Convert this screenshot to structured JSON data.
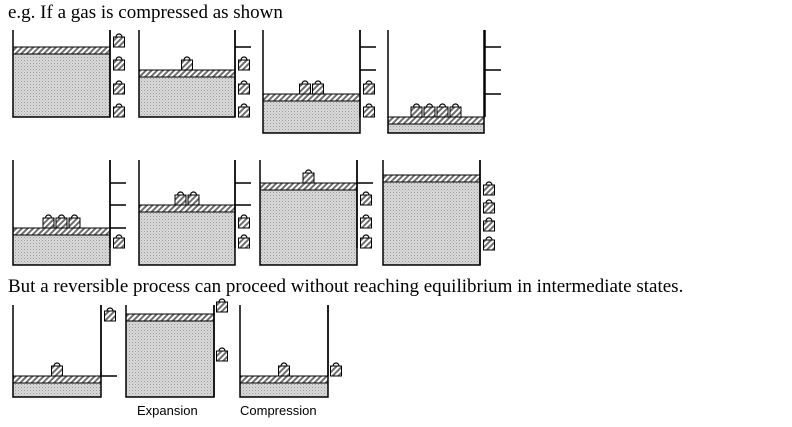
{
  "intro_text": "e.g. If a gas is compressed as shown",
  "note_text": "But a reversible process can proceed without reaching equilibrium in intermediate states.",
  "captions": {
    "expansion": "Expansion",
    "compression": "Compression"
  },
  "colors": {
    "ink": "#000000",
    "gas": "#d9d9d9",
    "piston": "#6e6e6e"
  },
  "row1_cylinders": [
    {
      "weights_on_piston": 0,
      "weights_on_shelves": 4
    },
    {
      "weights_on_piston": 1,
      "weights_on_shelves": 3
    },
    {
      "weights_on_piston": 2,
      "weights_on_shelves": 2
    },
    {
      "weights_on_piston": 4,
      "weights_on_shelves": 0
    }
  ],
  "row2_cylinders": [
    {
      "weights_on_piston": 3,
      "weights_on_shelves": 1
    },
    {
      "weights_on_piston": 2,
      "weights_on_shelves": 2
    },
    {
      "weights_on_piston": 1,
      "weights_on_shelves": 3
    },
    {
      "weights_on_piston": 0,
      "weights_on_shelves": 4
    }
  ],
  "row3_cylinders": [
    {
      "weights_on_piston": 1,
      "weights_on_shelves": 1
    },
    {
      "weights_on_piston": 0,
      "weights_on_shelves": 2
    },
    {
      "weights_on_piston": 1,
      "weights_on_shelves": 1
    }
  ]
}
